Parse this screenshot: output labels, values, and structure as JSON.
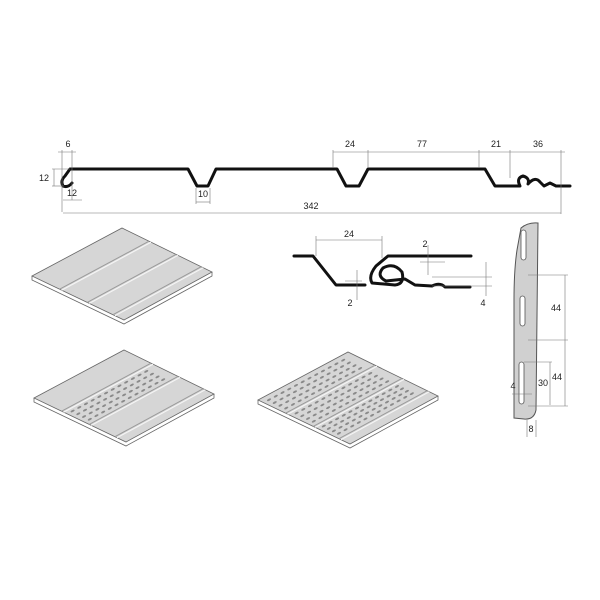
{
  "profile_dimensions": {
    "lip_width": "6",
    "height": "12",
    "hook_width": "12",
    "groove_bottom": "10",
    "groove_top": "24",
    "flat_section": "77",
    "edge_slope": "21",
    "lock_width": "36",
    "total_width": "342"
  },
  "lock_detail": {
    "overlap": "24",
    "gap_top": "2",
    "gap_bottom": "2",
    "offset": "4"
  },
  "nailing_strip": {
    "slot_pitch_1": "44",
    "slot_pitch_2": "44",
    "slot_length": "30",
    "slot_width": "4",
    "strip_width": "8"
  },
  "colors": {
    "panel": "#d6d6d6",
    "line": "#111111"
  }
}
